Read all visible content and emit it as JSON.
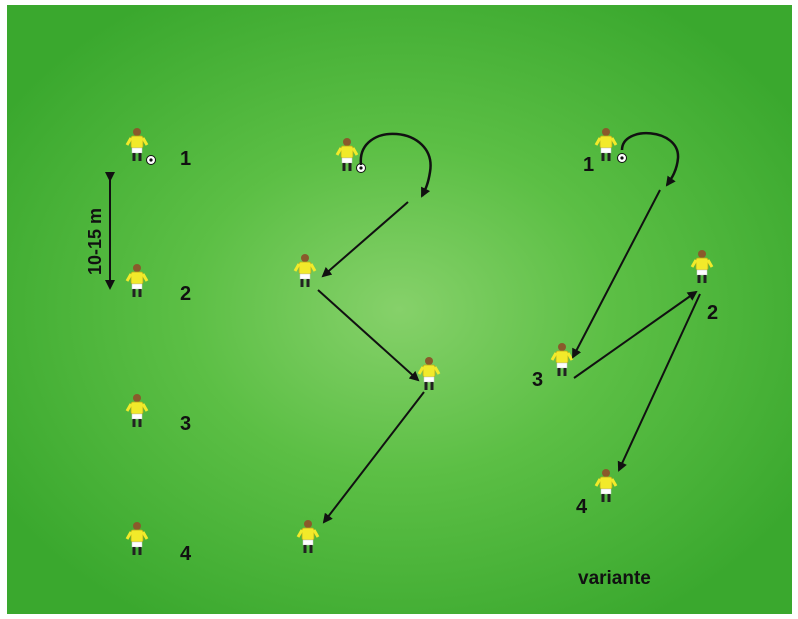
{
  "colors": {
    "field_center": "#86d16a",
    "field_edge": "#3aa82e",
    "jersey": "#f2ea2a",
    "arrow": "#111111"
  },
  "distance_label": "10-15 m",
  "variant_label": "variante",
  "left_numbers": [
    "1",
    "2",
    "3",
    "4"
  ],
  "right_numbers": [
    "1",
    "2",
    "3",
    "4"
  ],
  "icons": [
    "soccer-player-icon",
    "soccer-ball-icon",
    "arrow-icon"
  ]
}
